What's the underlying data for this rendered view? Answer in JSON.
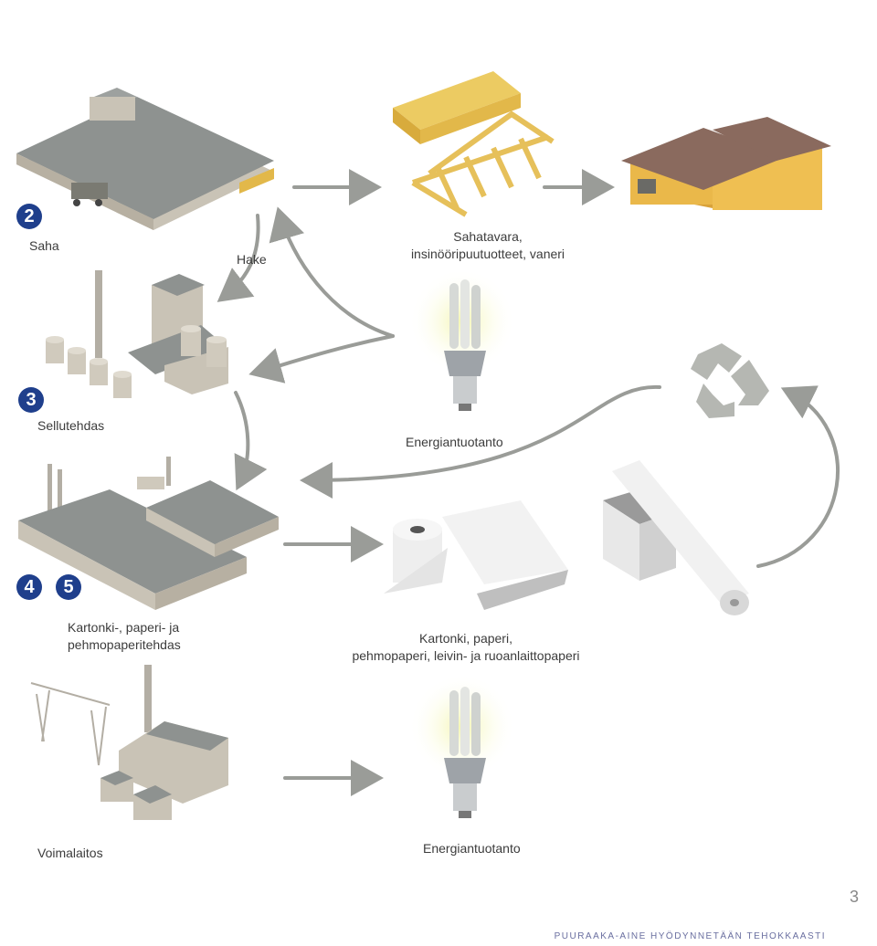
{
  "steps": {
    "saha": {
      "number": "2",
      "label": "Saha"
    },
    "sellutehdas": {
      "number": "3",
      "label": "Sellutehdas"
    },
    "kartonki": {
      "number_a": "4",
      "number_b": "5",
      "label_line1": "Kartonki-, paperi- ja",
      "label_line2": "pehmopaperitehdas"
    },
    "voimalaitos": {
      "label": "Voimalaitos"
    }
  },
  "products": {
    "hake": "Hake",
    "sahatavara_line1": "Sahatavara,",
    "sahatavara_line2": "insinööripuutuotteet, vaneri",
    "energia_top": "Energiantuotanto",
    "paper_line1": "Kartonki, paperi,",
    "paper_line2": "pehmopaperi, leivin- ja ruoanlaittopaperi",
    "energia_bottom": "Energiantuotanto"
  },
  "page": {
    "number": "3",
    "footer": "PUURAAKA-AINE HYÖDYNNETÄÄN TEHOKKAASTI"
  },
  "colors": {
    "badge": "#1f3f8c",
    "arrow": "#9a9c98",
    "building_top": "#8e9290",
    "building_side": "#c9c3b6",
    "wood": "#e9c25a",
    "roof": "#8a6a5e"
  }
}
